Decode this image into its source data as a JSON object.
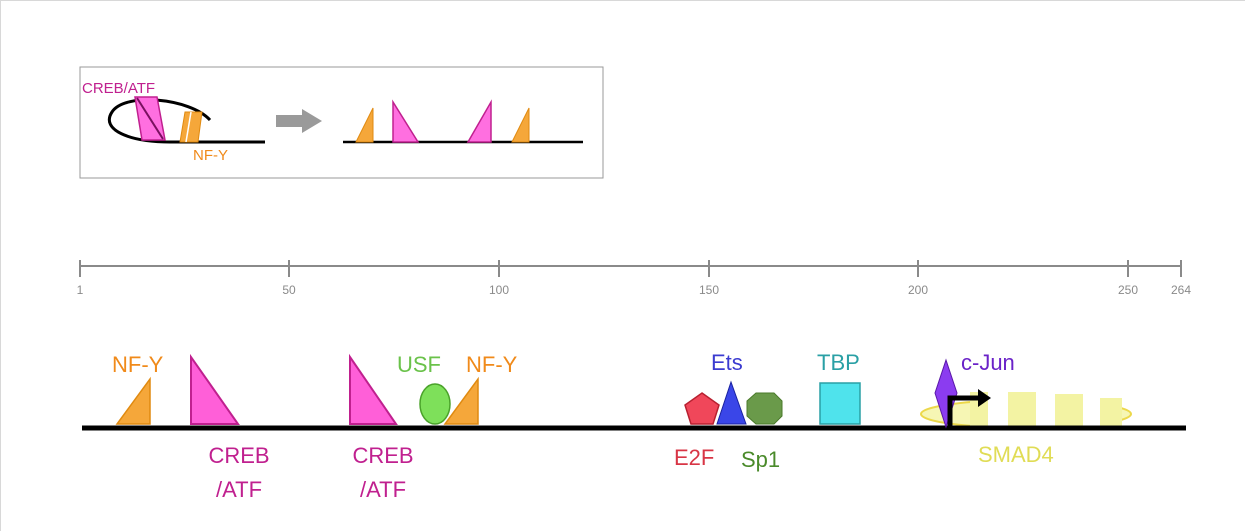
{
  "inset": {
    "creb_label": "CREB/ATF",
    "nfy_label": "NF-Y"
  },
  "ruler": {
    "ticks": [
      "1",
      "50",
      "100",
      "150",
      "200",
      "250",
      "264"
    ]
  },
  "factors": {
    "nfy_1": "NF-Y",
    "creb_1_line1": "CREB",
    "creb_1_line2": "/ATF",
    "creb_2_line1": "CREB",
    "creb_2_line2": "/ATF",
    "usf": "USF",
    "nfy_2": "NF-Y",
    "ets": "Ets",
    "e2f": "E2F",
    "sp1": "Sp1",
    "tbp": "TBP",
    "cjun": "c-Jun",
    "smad4": "SMAD4"
  },
  "colors": {
    "creb": "#ff5fd8",
    "creb_text": "#c0208f",
    "nfy": "#f5a73a",
    "nfy_text": "#f08a1a",
    "usf": "#7ee05a",
    "usf_text": "#6ac24a",
    "ets": "#3a46e8",
    "ets_text": "#3b3bd0",
    "e2f": "#f0475a",
    "e2f_text": "#d83545",
    "sp1": "#6a9a4a",
    "sp1_text": "#4a8a2a",
    "tbp": "#4fe3ec",
    "tbp_text": "#2aa0a5",
    "cjun": "#8b3cf0",
    "cjun_text": "#6a22c8",
    "smad4": "#f3f3a3",
    "smad4_text": "#e0dc55"
  }
}
